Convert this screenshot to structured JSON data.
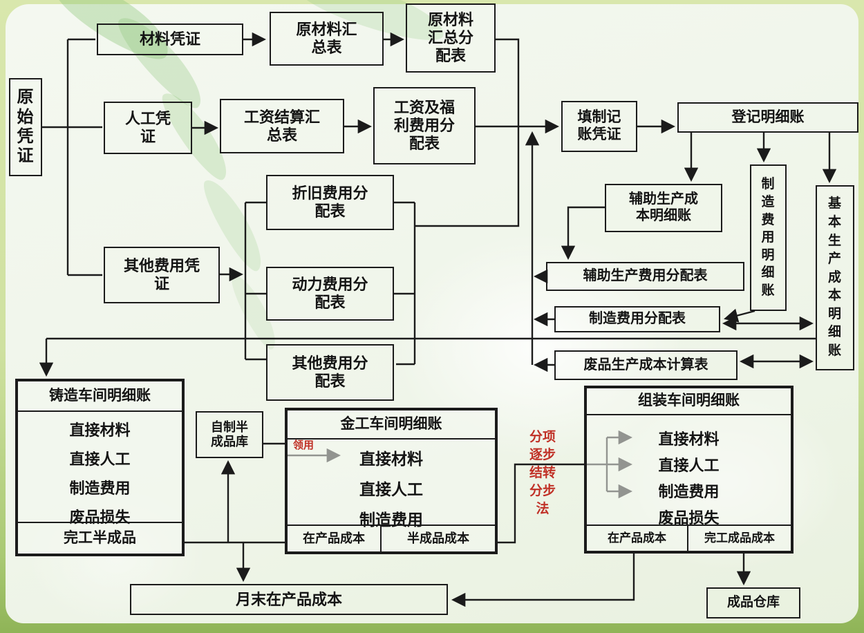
{
  "colors": {
    "line": "#1b1b1b",
    "accent_red": "#c03026",
    "panel_bg": "#f1f6ec",
    "frame_green": "#b8d381"
  },
  "nodes": {
    "original_voucher": {
      "label": "原\n始\n凭\n证"
    },
    "material_voucher": {
      "label": "材料凭证"
    },
    "raw_material_summary": {
      "label": "原材料汇\n总表"
    },
    "raw_material_alloc": {
      "label": "原材料\n汇总分\n配表"
    },
    "labor_voucher": {
      "label": "人工凭\n证"
    },
    "wage_summary": {
      "label": "工资结算汇\n总表"
    },
    "wage_welfare_alloc": {
      "label": "工资及福\n利费用分\n配表"
    },
    "other_expense_voucher": {
      "label": "其他费用凭\n证"
    },
    "depreciation_alloc": {
      "label": "折旧费用分\n配表"
    },
    "power_alloc": {
      "label": "动力费用分\n配表"
    },
    "other_expense_alloc": {
      "label": "其他费用分\n配表"
    },
    "fill_voucher": {
      "label": "填制记\n账凭证"
    },
    "register_ledger": {
      "label": "登记明细账"
    },
    "aux_prod_cost_ledger": {
      "label": "辅助生产成\n本明细账"
    },
    "mfg_expense_ledger": {
      "label": "制\n造\n费\n用\n明\n细\n账"
    },
    "basic_prod_cost_ledger": {
      "label": "基\n本\n生\n产\n成\n本\n明\n细\n账"
    },
    "aux_prod_expense_alloc": {
      "label": "辅助生产费用分配表"
    },
    "mfg_expense_alloc": {
      "label": "制造费用分配表"
    },
    "scrap_cost_calc": {
      "label": "废品生产成本计算表"
    },
    "foundry_ledger": {
      "title": "铸造车间明细账",
      "items": "直接材料\n直接人工\n制造费用\n废品损失",
      "footer": "完工半成品"
    },
    "semi_warehouse": {
      "label": "自制半\n成品库"
    },
    "machining_ledger": {
      "title": "金工车间明细账",
      "requisition": "领用",
      "items": "直接材料\n直接人工\n制造费用",
      "footer_left": "在产品成本",
      "footer_right": "半成品成本"
    },
    "method_note": {
      "label": "分项\n逐步\n结转\n分步\n法"
    },
    "assembly_ledger": {
      "title": "组装车间明细账",
      "items": "直接材料\n直接人工\n制造费用\n废品损失",
      "footer_left": "在产品成本",
      "footer_right": "完工成品成本"
    },
    "month_end_wip": {
      "label": "月末在产品成本"
    },
    "finished_warehouse": {
      "label": "成品仓库"
    }
  }
}
